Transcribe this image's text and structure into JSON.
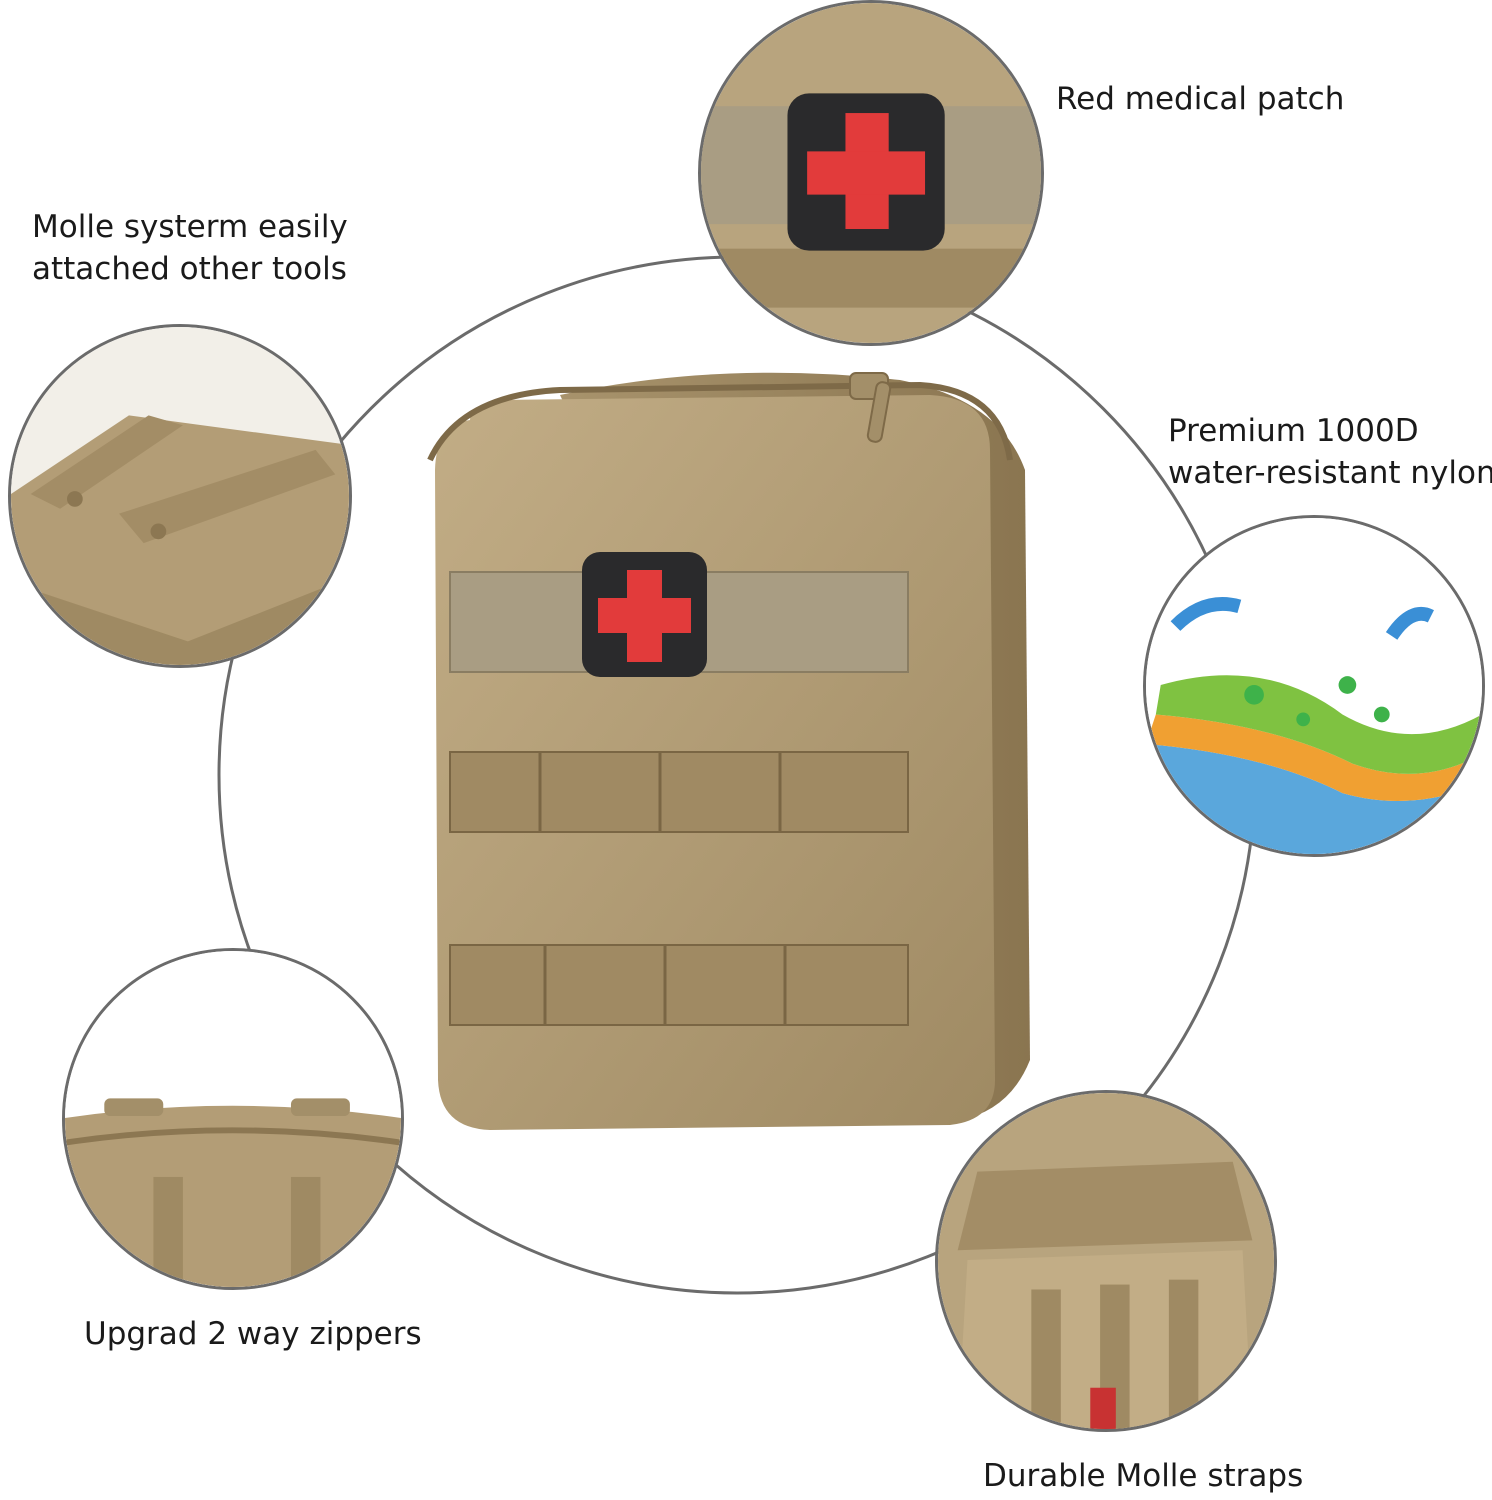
{
  "colors": {
    "background": "#ffffff",
    "tan": "#b39d76",
    "tan_dark": "#8c7752",
    "tan_light": "#c9b58f",
    "patch_bg": "#2a2a2c",
    "cross": "#e23b3b",
    "circle_stroke": "#6b6b6b",
    "text": "#1a1a1a"
  },
  "features": [
    {
      "id": "patch",
      "label": "Red medical patch"
    },
    {
      "id": "molle-system",
      "lines": [
        "Molle systerm easily",
        "attached other tools"
      ]
    },
    {
      "id": "nylon",
      "lines": [
        "Premium 1000D",
        "water-resistant nylon"
      ]
    },
    {
      "id": "zippers",
      "label": "Upgrad 2 way zippers"
    },
    {
      "id": "straps",
      "label": "Durable Molle straps"
    }
  ],
  "icons": {
    "patch": "red-cross-icon",
    "nylon": "water-resistant-layers-icon"
  }
}
